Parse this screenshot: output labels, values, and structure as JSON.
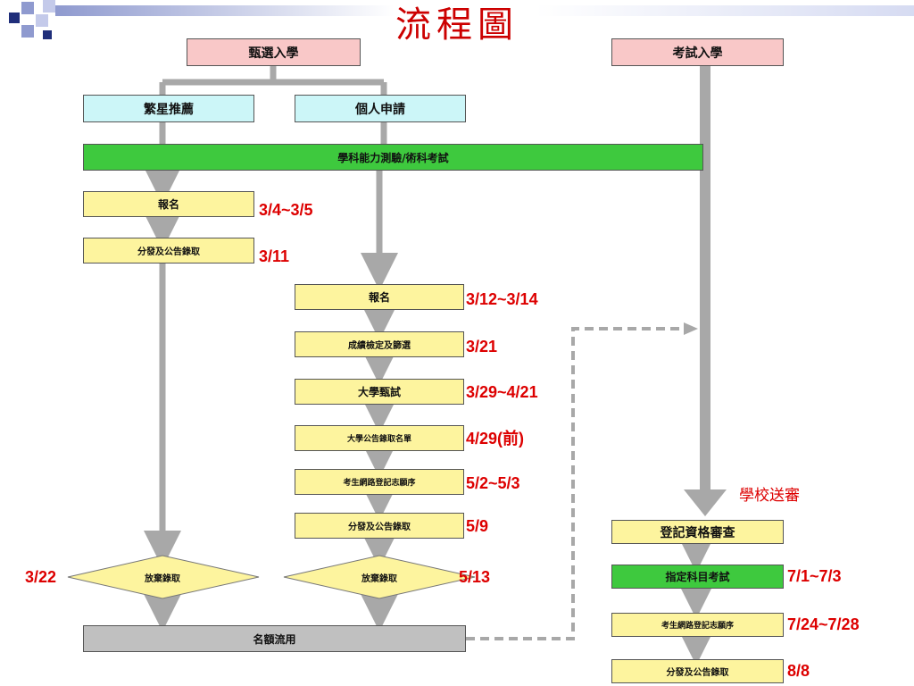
{
  "title": "流程圖",
  "top_boxes": {
    "selection_admission": "甄選入學",
    "exam_admission": "考試入學"
  },
  "branches": {
    "star_recommendation": "繁星推薦",
    "personal_application": "個人申請"
  },
  "gsat": "學科能力測驗/術科考試",
  "star_path": {
    "register": "報名",
    "register_date": "3/4~3/5",
    "placement": "分發及公告錄取",
    "placement_date": "3/11",
    "waive": "放棄錄取",
    "waive_date": "3/22"
  },
  "personal_path": {
    "register": "報名",
    "register_date": "3/12~3/14",
    "screening": "成績檢定及篩選",
    "screening_date": "3/21",
    "interview": "大學甄試",
    "interview_date": "3/29~4/21",
    "announce": "大學公告錄取名單",
    "announce_date": "4/29(前)",
    "online_reg": "考生網路登記志願序",
    "online_reg_date": "5/2~5/3",
    "placement": "分發及公告錄取",
    "placement_date": "5/9",
    "waive": "放棄錄取",
    "waive_date": "5/13"
  },
  "quota_transfer": "名額流用",
  "exam_path": {
    "school_review": "學校送審",
    "eligibility": "登記資格審查",
    "designated_exam": "指定科目考試",
    "designated_exam_date": "7/1~7/3",
    "online_reg": "考生網路登記志願序",
    "online_reg_date": "7/24~7/28",
    "placement": "分發及公告錄取",
    "placement_date": "8/8"
  },
  "colors": {
    "title": "#cc0000",
    "dates": "#dd0000",
    "arrow": "#a8a8a8",
    "pink": "#f9c8c8",
    "cyan": "#ccf6f8",
    "green": "#3ec93e",
    "yellow": "#fdf49e",
    "gray": "#c0c0c0"
  }
}
